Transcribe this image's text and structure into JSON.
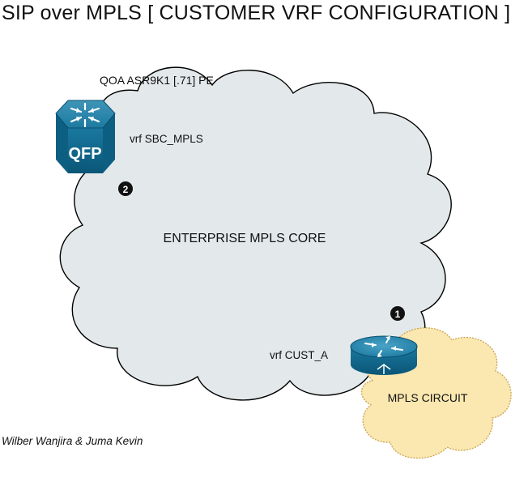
{
  "title": "SIP over MPLS [ CUSTOMER VRF CONFIGURATION ]",
  "author": "Wilber Wanjira & Juma Kevin",
  "diagram": {
    "core_cloud": {
      "label": "ENTERPRISE MPLS CORE",
      "color": "#e3e9eb",
      "stroke": "#000000"
    },
    "circuit_cloud": {
      "label": "MPLS CIRCUIT",
      "color": "#fbe7b0",
      "stroke": "#c8a44e"
    },
    "pe_router": {
      "name": "QOA ASR9K1 [.71] PE",
      "vrf": "vrf SBC_MPLS",
      "chip_label": "QFP",
      "marker": "2",
      "color": "#0f6a8f"
    },
    "ce_router": {
      "vrf": "vrf CUST_A",
      "marker": "1",
      "color": "#0f6a8f"
    }
  }
}
